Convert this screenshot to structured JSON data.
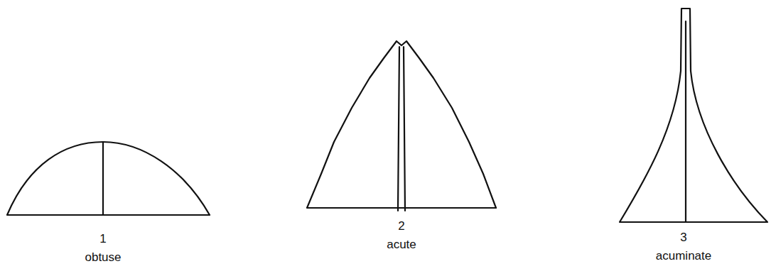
{
  "diagram": {
    "labels": [
      "1",
      "obtuse",
      "2",
      "acute",
      "3",
      "acuminate"
    ]
  }
}
